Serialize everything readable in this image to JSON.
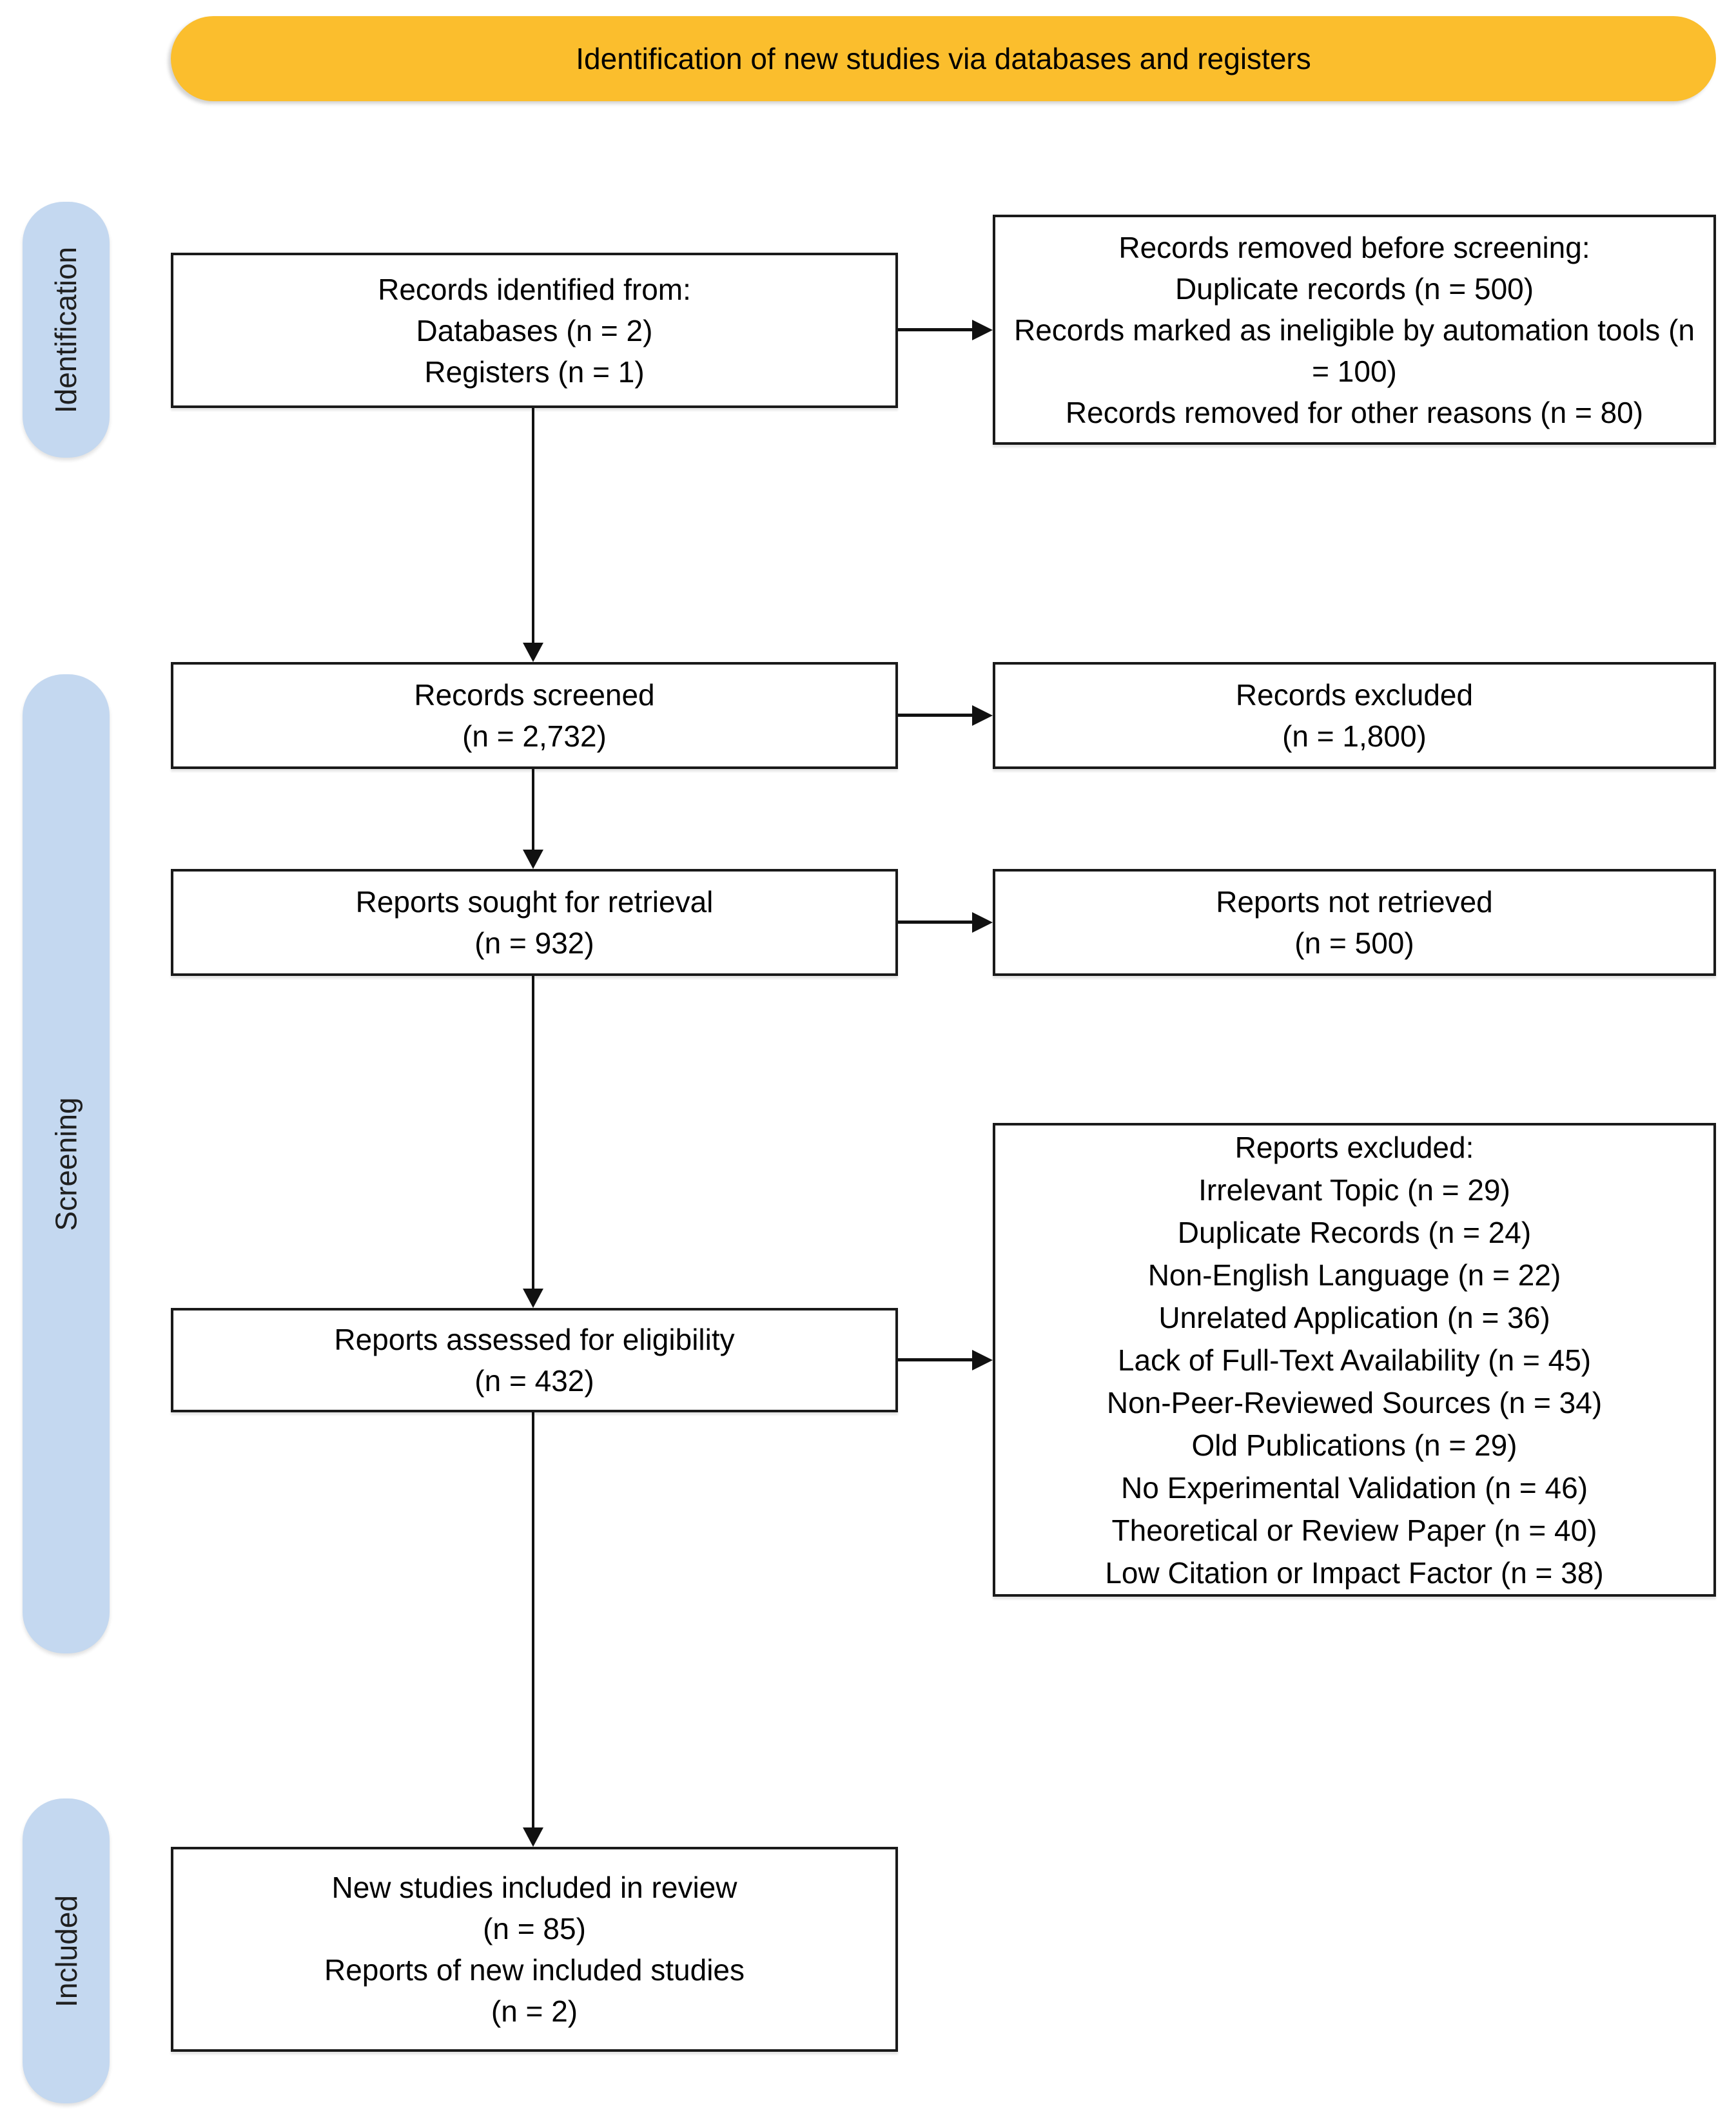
{
  "banner": {
    "title": "Identification of new studies via databases and registers"
  },
  "side_labels": [
    {
      "label": "Identification"
    },
    {
      "label": "Screening"
    },
    {
      "label": "Included"
    }
  ],
  "boxes": {
    "records_identified": {
      "lines": [
        "Records identified from:",
        "Databases (n = 2)",
        "Registers (n = 1)"
      ]
    },
    "records_removed": {
      "lines": [
        "Records removed before screening:",
        "Duplicate records (n = 500)",
        "Records marked as ineligible by automation tools (n = 100)",
        "Records removed for other reasons (n = 80)"
      ]
    },
    "records_screened": {
      "lines": [
        "Records screened",
        "(n = 2,732)"
      ]
    },
    "records_excluded": {
      "lines": [
        "Records excluded",
        "(n = 1,800)"
      ]
    },
    "reports_sought": {
      "lines": [
        "Reports sought for retrieval",
        "(n = 932)"
      ]
    },
    "reports_not_retrieved": {
      "lines": [
        "Reports not retrieved",
        "(n = 500)"
      ]
    },
    "reports_assessed": {
      "lines": [
        "Reports assessed for eligibility",
        "(n = 432)"
      ]
    },
    "reports_excluded": {
      "lines": [
        "Reports excluded:",
        "Irrelevant Topic (n = 29)",
        "Duplicate Records (n = 24)",
        "Non-English Language (n = 22)",
        "Unrelated Application (n = 36)",
        "Lack of Full-Text Availability (n = 45)",
        "Non-Peer-Reviewed Sources (n = 34)",
        "Old Publications (n = 29)",
        "No Experimental Validation (n = 46)",
        "Theoretical or Review Paper (n = 40)",
        "Low Citation or Impact Factor (n = 38)"
      ]
    },
    "new_studies_included": {
      "lines": [
        "New studies included in review",
        "(n = 85)",
        "Reports of new included studies",
        "(n = 2)"
      ]
    }
  },
  "colors": {
    "banner_bg": "#FBBE2D",
    "stage_bg": "#C4D8F0",
    "box_border": "#1A1A1A",
    "box_bg": "#FFFFFF",
    "arrow": "#111111",
    "text": "#000000"
  }
}
